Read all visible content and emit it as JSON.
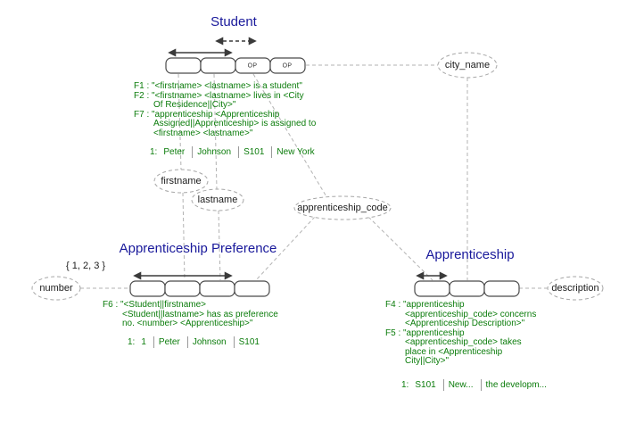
{
  "student": {
    "title": "Student",
    "op_label": "OP",
    "fact_lines": [
      "F1 : \"<firstname> <lastname> is a student\"",
      "F2 : \"<firstname> <lastname> lives in <City",
      "Of Residence||City>\"",
      "F7 : \"apprenticeship <Apprenticeship",
      "Assigned||Apprenticeship> is assigned to",
      "<firstname> <lastname>\""
    ],
    "example": {
      "label": "1:",
      "cells": [
        "Peter",
        "Johnson",
        "S101",
        "New York"
      ]
    }
  },
  "preference": {
    "title": "Apprenticeship Preference",
    "number_constraint": "{ 1, 2, 3 }",
    "fact_lines": [
      "F6 : \"<Student||firstname>",
      "<Student||lastname> has as preference",
      "no. <number> <Apprenticeship>\""
    ],
    "example": {
      "label": "1:",
      "cells": [
        "1",
        "Peter",
        "Johnson",
        "S101"
      ]
    }
  },
  "apprenticeship": {
    "title": "Apprenticeship",
    "fact_lines": [
      "F4 : \"apprenticeship",
      "<apprenticeship_code> concerns",
      "<Apprenticeship Description>\"",
      "F5 : \"apprenticeship",
      "<apprenticeship_code> takes",
      "place in <Apprenticeship",
      "City||City>\""
    ],
    "example": {
      "label": "1:",
      "cells": [
        "S101",
        "New...",
        "the developm..."
      ]
    }
  },
  "value_types": {
    "city_name": "city_name",
    "firstname": "firstname",
    "lastname": "lastname",
    "apprenticeship_code": "apprenticeship_code",
    "number": "number",
    "description": "description"
  },
  "colors": {
    "title_text": "#19199b",
    "fact_text": "#0b7c0b",
    "dashed_outline": "#a6a6a6",
    "box_outline": "#4a4a4a"
  }
}
